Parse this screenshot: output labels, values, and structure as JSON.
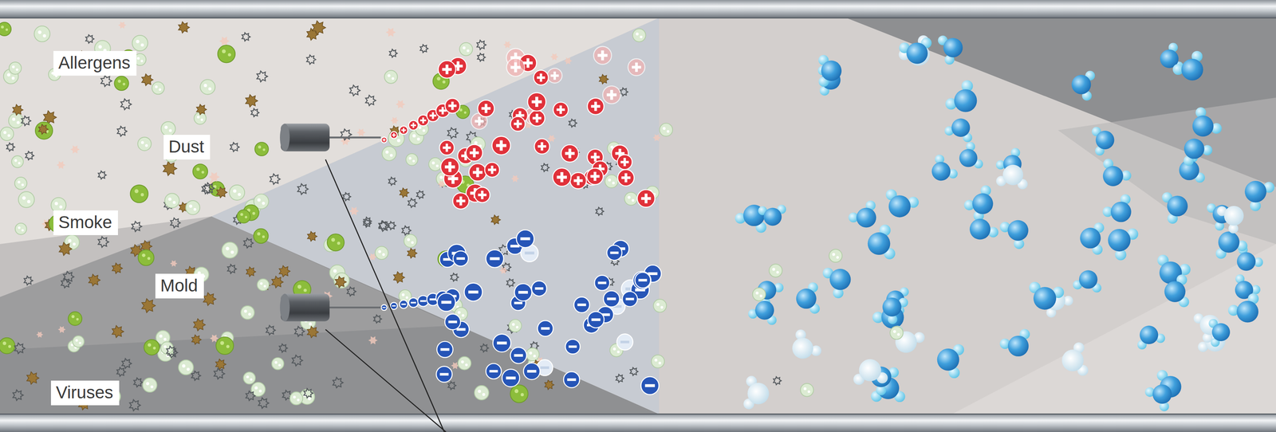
{
  "diagram": {
    "nodes": [
      {
        "text": [
          "Allergens"
        ]
      },
      {
        "text": [
          "Dust"
        ]
      },
      {
        "text": [
          "Smoke"
        ]
      },
      {
        "text": [
          "Mold"
        ]
      },
      {
        "text": [
          "Viruses"
        ]
      }
    ]
  }
}
